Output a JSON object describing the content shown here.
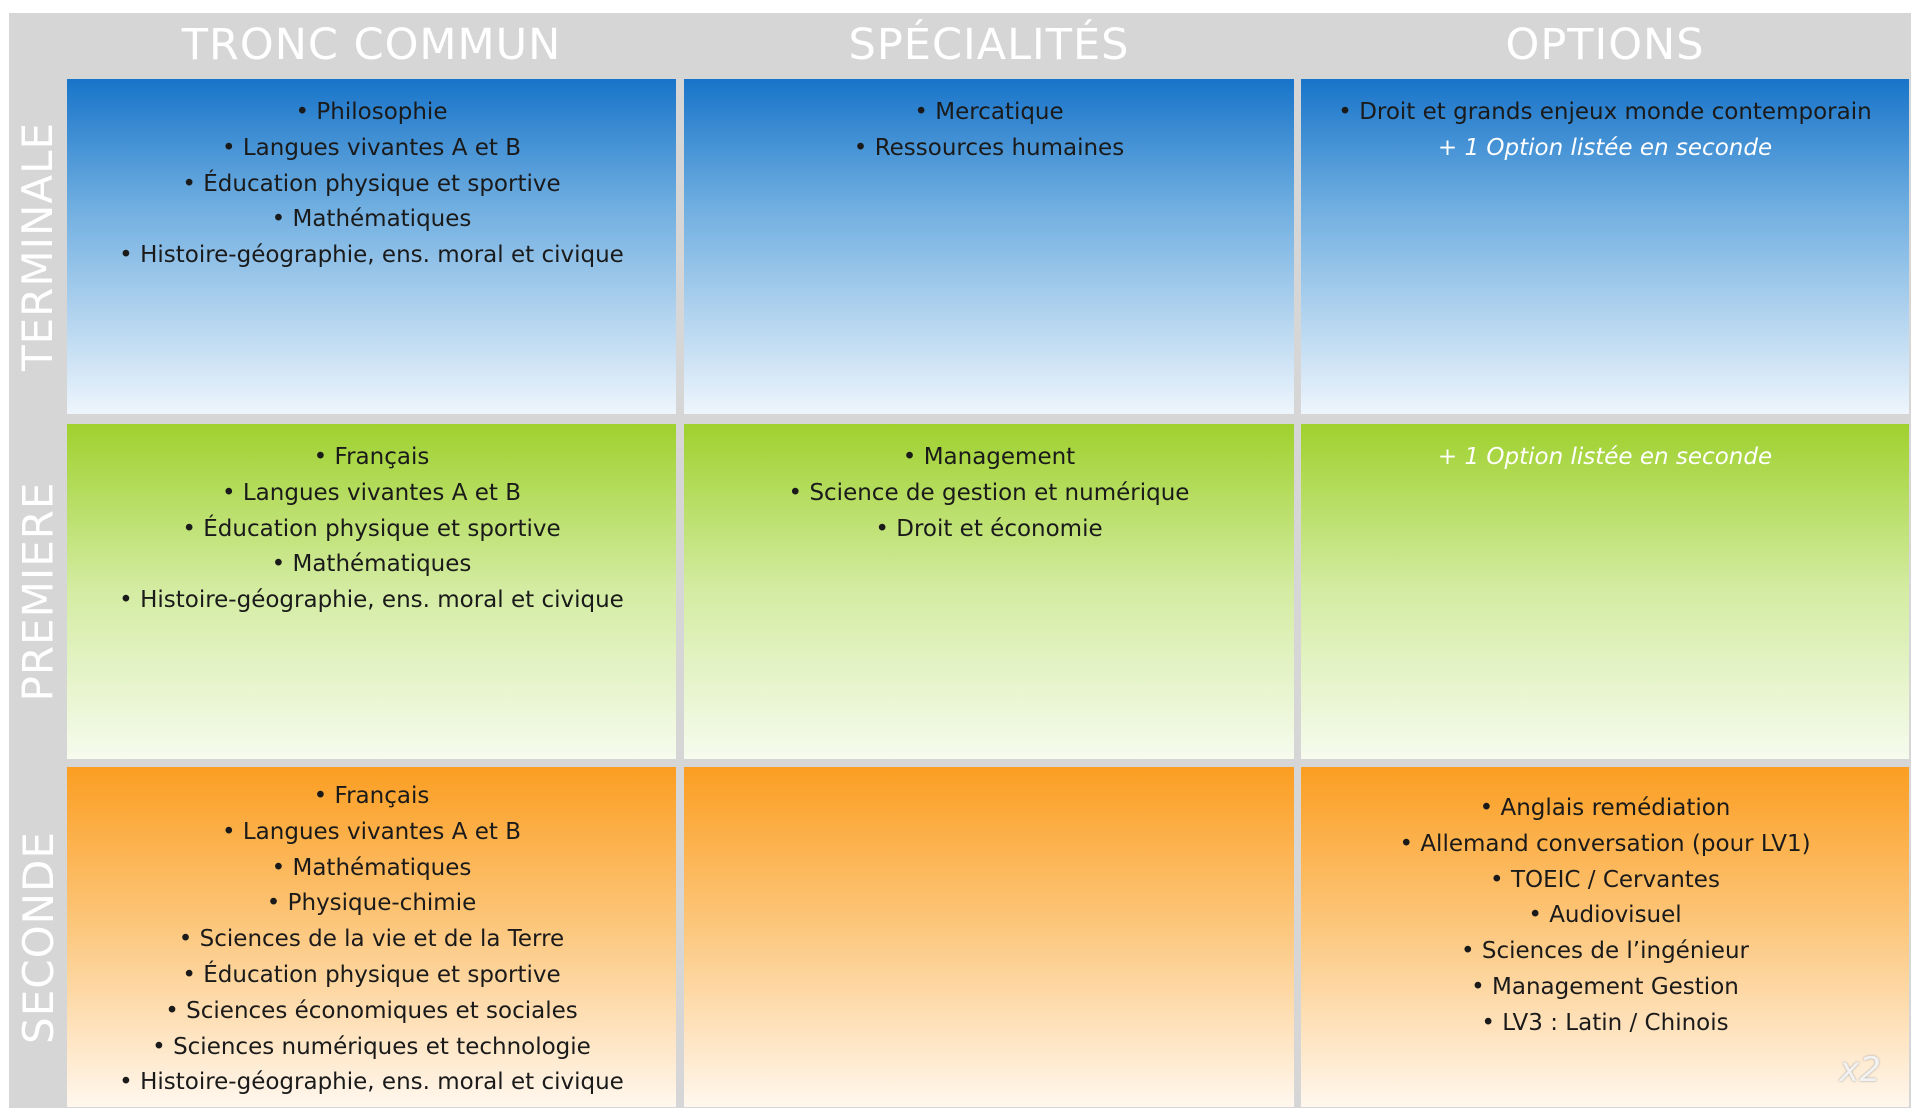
{
  "columns": {
    "tronc_commun": "TRONC COMMUN",
    "specialites": "SPÉCIALITÉS",
    "options": "OPTIONS"
  },
  "rows": {
    "terminale": "TERMINALE",
    "premiere": "PREMIERE",
    "seconde": "SECONDE"
  },
  "terminale": {
    "tronc": [
      "Philosophie",
      "Langues vivantes A et B",
      "Éducation physique et sportive",
      "Mathématiques",
      "Histoire-géographie, ens. moral et civique"
    ],
    "specialites": [
      "Mercatique",
      "Ressources humaines"
    ],
    "options": [
      "Droit et grands enjeux monde contemporain"
    ],
    "options_note": "+ 1 Option listée en seconde"
  },
  "premiere": {
    "tronc": [
      "Français",
      "Langues vivantes A et B",
      "Éducation physique et sportive",
      "Mathématiques",
      "Histoire-géographie, ens. moral et civique"
    ],
    "specialites": [
      "Management",
      "Science de gestion et numérique",
      "Droit et économie"
    ],
    "options_note": "+ 1 Option listée en seconde"
  },
  "seconde": {
    "tronc": [
      "Français",
      "Langues vivantes A et B",
      "Mathématiques",
      "Physique-chimie",
      "Sciences de la vie et de la Terre",
      "Éducation physique et sportive",
      "Sciences économiques et sociales",
      "Sciences numériques et technologie",
      "Histoire-géographie, ens. moral et civique"
    ],
    "options": [
      "Anglais remédiation",
      "Allemand conversation (pour LV1)",
      "TOEIC / Cervantes",
      "Audiovisuel",
      "Sciences de l’ingénieur",
      "Management Gestion",
      "LV3 : Latin / Chinois"
    ]
  },
  "watermark": "x2",
  "colors": {
    "terminale": "#1874c9",
    "premiere": "#9fd12e",
    "seconde": "#fb9e22",
    "frame": "#d6d6d6"
  }
}
